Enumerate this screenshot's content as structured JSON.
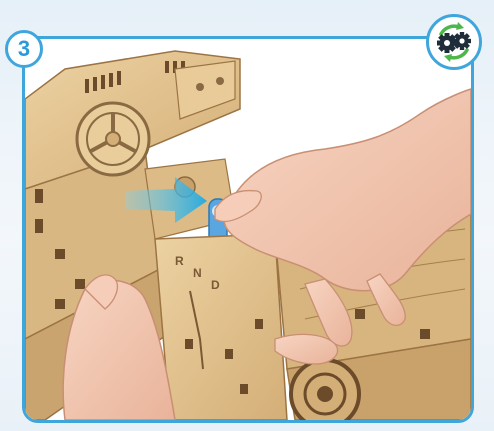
{
  "step": {
    "number": "3"
  },
  "icons": {
    "step": "step-number-badge",
    "gears": "rotating-gears-icon",
    "hint_arrows": "insert-direction-arrows"
  },
  "colors": {
    "accent": "#3fa6dc",
    "wood": "#e2c28f",
    "wood_dark": "#b98f5a",
    "hint_blue": "#2fb6e8",
    "gear_green": "#4cb84a",
    "gear_icon": "#1f2d3a",
    "skin": "#f2c7b1"
  },
  "panel_markings": [
    "R",
    "N",
    "D"
  ]
}
